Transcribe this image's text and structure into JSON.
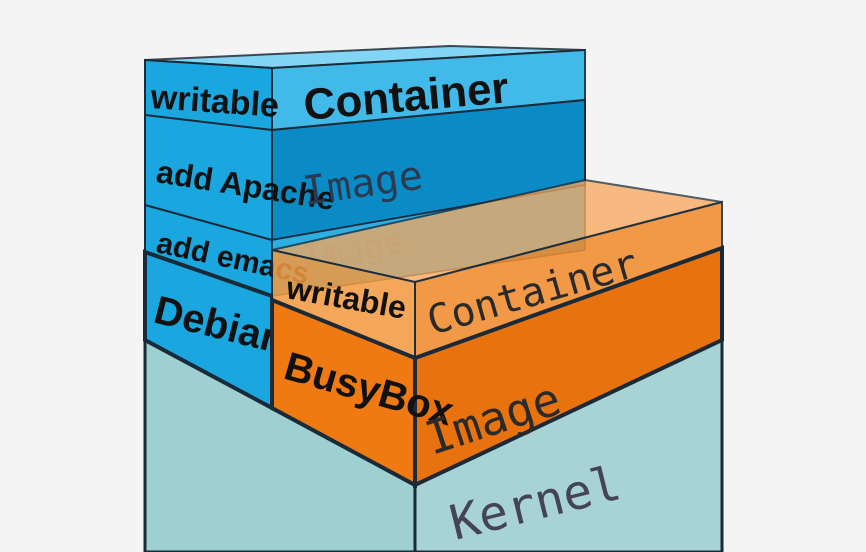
{
  "diagram": {
    "colors": {
      "background": "#f4f4f4",
      "blue": "#1aa7e0",
      "blue_dark": "#0b8bc6",
      "blue_light": "#6fd0f5",
      "orange": "#f07a12",
      "orange_dark": "#d96a08",
      "orange_light": "#f8a65a",
      "kernel": "#a7d3d4",
      "kernel_dark": "#8fc3c5",
      "outline": "#1b2a38"
    },
    "blue_stack": {
      "layers": [
        {
          "side_label": "writable",
          "front_label": "Container"
        },
        {
          "side_label": "add Apache",
          "front_label": "Image"
        },
        {
          "side_label": "add emacs",
          "front_label": "Image"
        },
        {
          "side_label": "Debian",
          "front_label": ""
        }
      ]
    },
    "orange_stack": {
      "layers": [
        {
          "side_label": "writable",
          "front_label": "Container"
        },
        {
          "side_label": "BusyBox",
          "front_label": "Image"
        }
      ]
    },
    "base": {
      "label": "Kernel"
    }
  }
}
